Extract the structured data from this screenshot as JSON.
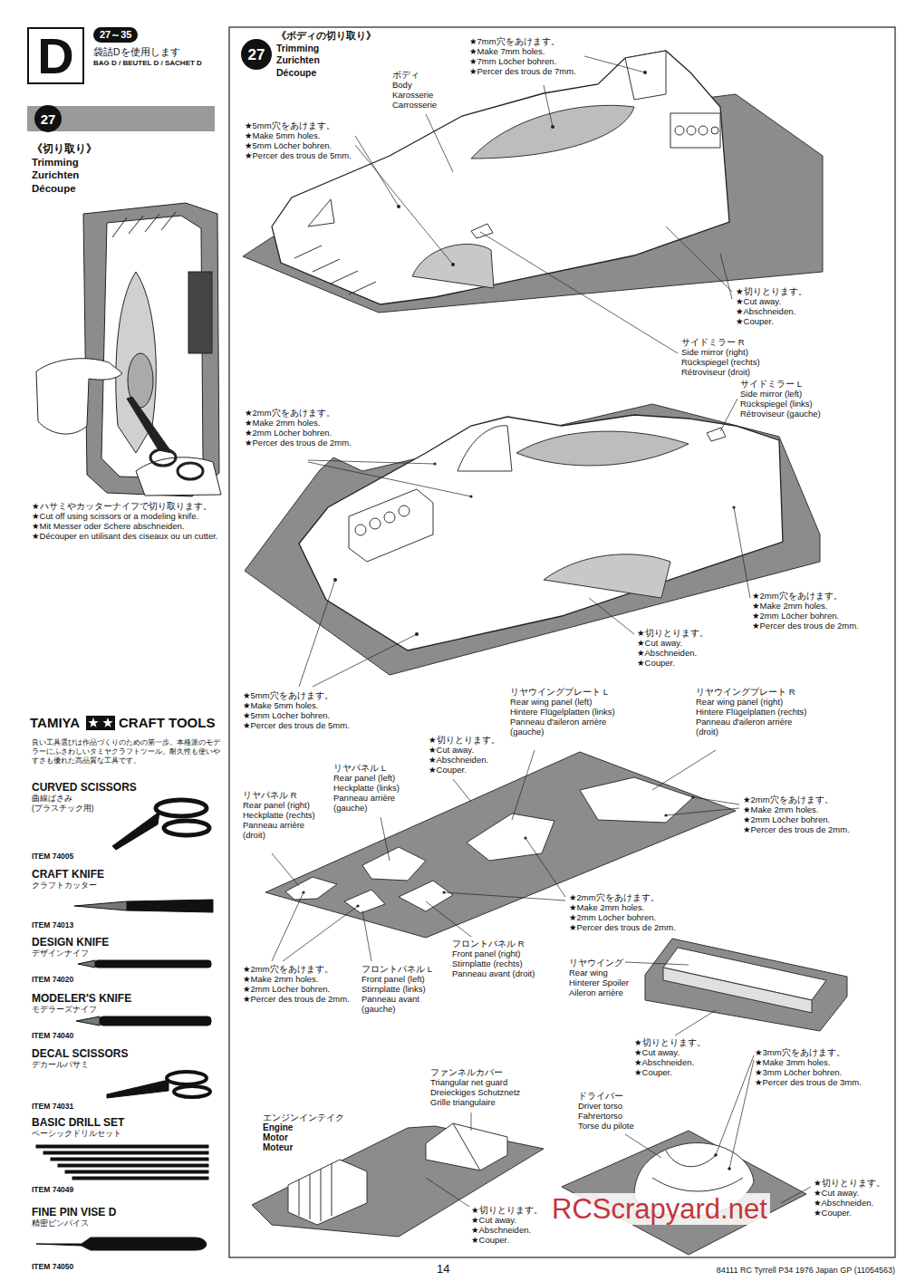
{
  "diagram": {
    "nodes": [
      {
        "text": [
          "D"
        ]
      },
      {
        "text": [
          "27～35"
        ]
      },
      {
        "text": [
          "27"
        ]
      },
      {
        "text": [
          "27"
        ]
      }
    ],
    "labels": [
      "袋詰Dを使用します",
      "BAG D / BEUTEL D / SACHET D",
      "《切り取り》",
      "Trimming",
      "Zurichten",
      "Découpe",
      "★ハサミやカッターナイフで切り取ります。",
      "★Cut off using scissors or a modeling knife.",
      "★Mit Messer oder Schere abschneiden.",
      "★Découper en utilisant des ciseaux ou un cutter.",
      "TAMIYA",
      "CRAFT TOOLS",
      "良い工具選びは作品づくりのための第一歩。本格派のモデラーにふさわしいタミヤクラフトツール。耐久性も使いやすさも優れた高品質な工具です。",
      "CURVED SCISSORS",
      "曲線ばさみ",
      "(プラスチック用)",
      "ITEM 74005",
      "CRAFT KNIFE",
      "クラフトカッター",
      "ITEM 74013",
      "DESIGN KNIFE",
      "デザインナイフ",
      "ITEM 74020",
      "MODELER'S KNIFE",
      "モデラーズナイフ",
      "ITEM 74040",
      "DECAL SCISSORS",
      "デカールバサミ",
      "ITEM 74031",
      "BASIC DRILL SET",
      "ベーシックドリルセット",
      "ITEM 74049",
      "FINE PIN VISE D",
      "精密ピンバイス",
      "ITEM 74050",
      "《ボディの切り取り》",
      "Trimming",
      "Zurichten",
      "Découpe",
      "★7mm穴をあけます。",
      "★Make 7mm holes.",
      "★7mm Löcher bohren.",
      "★Percer des trous de 7mm.",
      "ボディ",
      "Body",
      "Karosserie",
      "Carrosserie",
      "★5mm穴をあけます。",
      "★Make 5mm holes.",
      "★5mm Löcher bohren.",
      "★Percer des trous de 5mm.",
      "★切りとります。",
      "★Cut away.",
      "★Abschneiden.",
      "★Couper.",
      "サイドミラー R",
      "Side mirror (right)",
      "Rückspiegel (rechts)",
      "Rétroviseur (droit)",
      "サイドミラー L",
      "Side mirror (left)",
      "Rückspiegel (links)",
      "Rétroviseur (gauche)",
      "★2mm穴をあけます。",
      "★Make 2mm holes.",
      "★2mm Löcher bohren.",
      "★Percer des trous de 2mm.",
      "★2mm穴をあけます。",
      "★Make 2mm holes.",
      "★2mm Löcher bohren.",
      "★Percer des trous de 2mm.",
      "★切りとります。",
      "★Cut away.",
      "★Abschneiden.",
      "★Couper.",
      "★5mm穴をあけます。",
      "★Make 5mm holes.",
      "★5mm Löcher bohren.",
      "★Percer des trous de 5mm.",
      "リヤウイングプレート L",
      "Rear wing panel (left)",
      "Hintere Flügelplatten (links)",
      "Panneau d'aileron arrière (gauche)",
      "リヤウイングプレート R",
      "Rear wing panel (right)",
      "Hintere Flügelplatten (rechts)",
      "Panneau d'aileron arrière (droit)",
      "★切りとります。",
      "★Cut away.",
      "★Abschneiden.",
      "★Couper.",
      "リヤパネル L",
      "Rear panel (left)",
      "Heckplatte (links)",
      "Panneau arrière (gauche)",
      "リヤパネル R",
      "Rear panel (right)",
      "Heckplatte (rechts)",
      "Panneau arrière (droit)",
      "★2mm穴をあけます。",
      "★Make 2mm holes.",
      "★2mm Löcher bohren.",
      "★Percer des trous de 2mm.",
      "★2mm穴をあけます。",
      "★Make 2mm holes.",
      "★2mm Löcher bohren.",
      "★Percer des trous de 2mm.",
      "フロントパネル R",
      "Front panel (right)",
      "Stirnplatte (rechts)",
      "Panneau avant (droit)",
      "フロントパネル L",
      "Front panel (left)",
      "Stirnplatte (links)",
      "Panneau avant (gauche)",
      "★2mm穴をあけます。",
      "★Make 2mm holes.",
      "★2mm Löcher bohren.",
      "★Percer des trous de 2mm.",
      "リヤウイング",
      "Rear wing",
      "Hinterer Spoiler",
      "Aileron arrière",
      "★切りとります。",
      "★Cut away.",
      "★Abschneiden.",
      "★Couper.",
      "ファンネルカバー",
      "Triangular net guard",
      "Dreieckiges Schutznetz",
      "Grille triangulaire",
      "★3mm穴をあけます。",
      "★Make 3mm holes.",
      "★3mm Löcher bohren.",
      "★Percer des trous de 3mm.",
      "ドライバー",
      "Driver torso",
      "Fahrertorso",
      "Torse du pilote",
      "エンジンインテイク",
      "Engine",
      "Motor",
      "Moteur",
      "★切りとります。",
      "★Cut away.",
      "★Abschneiden.",
      "★Couper.",
      "★切りとります。",
      "★Cut away.",
      "★Abschneiden.",
      "★Couper.",
      "RCScrapyard.net",
      "14",
      "84111 RC Tyrrell P34 1976 Japan GP (11054563)"
    ]
  }
}
